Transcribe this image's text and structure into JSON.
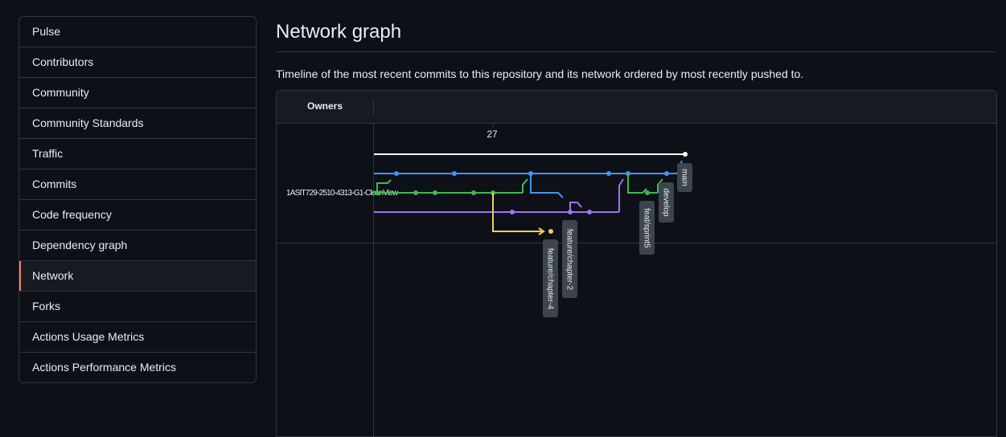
{
  "sidebar": {
    "items": [
      {
        "label": "Pulse"
      },
      {
        "label": "Contributors"
      },
      {
        "label": "Community"
      },
      {
        "label": "Community Standards"
      },
      {
        "label": "Traffic"
      },
      {
        "label": "Commits"
      },
      {
        "label": "Code frequency"
      },
      {
        "label": "Dependency graph"
      },
      {
        "label": "Network",
        "active": true
      },
      {
        "label": "Forks"
      },
      {
        "label": "Actions Usage Metrics"
      },
      {
        "label": "Actions Performance Metrics"
      }
    ]
  },
  "header": {
    "title": "Network graph",
    "description": "Timeline of the most recent commits to this repository and its network ordered by most recently pushed to."
  },
  "graph": {
    "owners_label": "Owners",
    "owner": "1ASIT729-2510-4313-G1-CleanView",
    "date_tick": "27",
    "branches": [
      {
        "name": "main",
        "color": "#ffffff"
      },
      {
        "name": "develop",
        "color": "#4493f8"
      },
      {
        "name": "feat/sprint5",
        "color": "#3fb950"
      },
      {
        "name": "feature/chapter-2",
        "color": "#a371f7"
      },
      {
        "name": "feature/chapter-4",
        "color": "#f2cc60"
      }
    ],
    "label_bg": "#3d444d"
  }
}
